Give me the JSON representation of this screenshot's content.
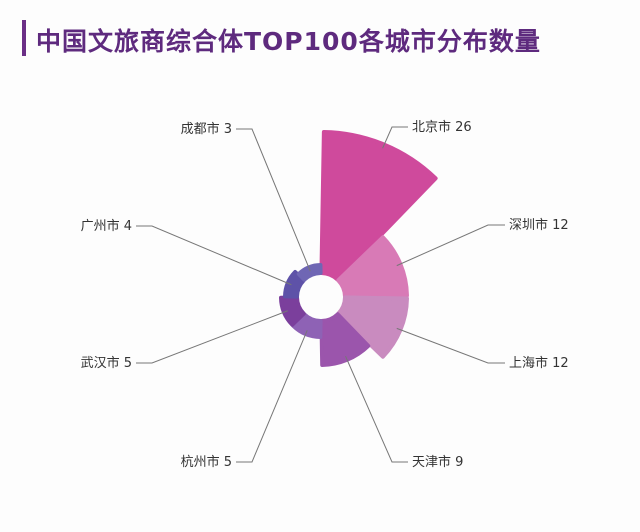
{
  "header": {
    "title": "中国文旅商综合体TOP100各城市分布数量"
  },
  "chart_data": {
    "type": "rose",
    "title": "中国文旅商综合体TOP100各城市分布数量",
    "categories": [
      "北京市",
      "深圳市",
      "上海市",
      "天津市",
      "杭州市",
      "武汉市",
      "广州市",
      "成都市"
    ],
    "values": [
      26,
      12,
      12,
      9,
      5,
      5,
      4,
      3
    ],
    "colors": [
      "#cf4a9c",
      "#d87ab6",
      "#c98bbf",
      "#9b55ac",
      "#8e62b5",
      "#7b3f9c",
      "#5e52a8",
      "#6f66b4"
    ],
    "labels": [
      "北京市 26",
      "深圳市 12",
      "上海市 12",
      "天津市 9",
      "杭州市 5",
      "武汉市 5",
      "广州市 4",
      "成都市 3"
    ],
    "legend": "none"
  }
}
